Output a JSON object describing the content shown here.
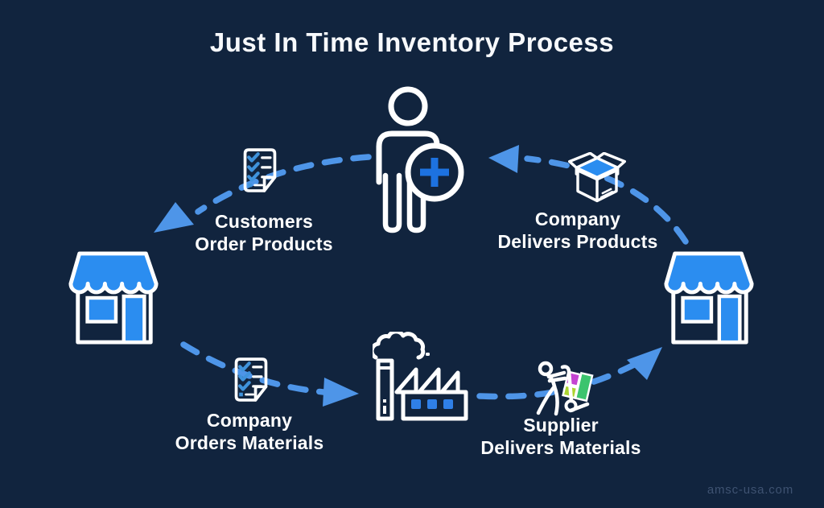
{
  "title": "Just In Time Inventory Process",
  "watermark": "amsc-usa.com",
  "colors": {
    "background": "#11243E",
    "icon_blue": "#2B8DF0",
    "dash_arrow_blue": "#4E95E8",
    "plus_blue": "#1D72E0",
    "checkmark_blue": "#3F93DC",
    "factory_window_blue": "#2F80E8",
    "cart_box_magenta": "#C443D1",
    "cart_box_green": "#3CC46E",
    "cart_box_lime": "#ABD431",
    "text_white": "#FFFFFF"
  },
  "steps": [
    {
      "id": "customers-order",
      "line1": "Customers",
      "line2": "Order Products",
      "icon": "checklist-document-icon"
    },
    {
      "id": "company-delivers",
      "line1": "Company",
      "line2": "Delivers Products",
      "icon": "open-box-icon"
    },
    {
      "id": "company-orders",
      "line1": "Company",
      "line2": "Orders Materials",
      "icon": "checklist-document-icon"
    },
    {
      "id": "supplier-delivers",
      "line1": "Supplier",
      "line2": "Delivers Materials",
      "icon": "supplier-cart-icon"
    }
  ],
  "entities": [
    {
      "id": "company-person",
      "icon": "person-plus-icon"
    },
    {
      "id": "customer-store",
      "icon": "storefront-icon"
    },
    {
      "id": "supplier-store",
      "icon": "storefront-icon"
    },
    {
      "id": "factory",
      "icon": "factory-icon"
    }
  ],
  "flow": [
    {
      "from": "company-person",
      "to": "customer-store"
    },
    {
      "from": "customer-store",
      "to": "factory"
    },
    {
      "from": "factory",
      "to": "supplier-store"
    },
    {
      "from": "supplier-store",
      "to": "company-person"
    }
  ]
}
